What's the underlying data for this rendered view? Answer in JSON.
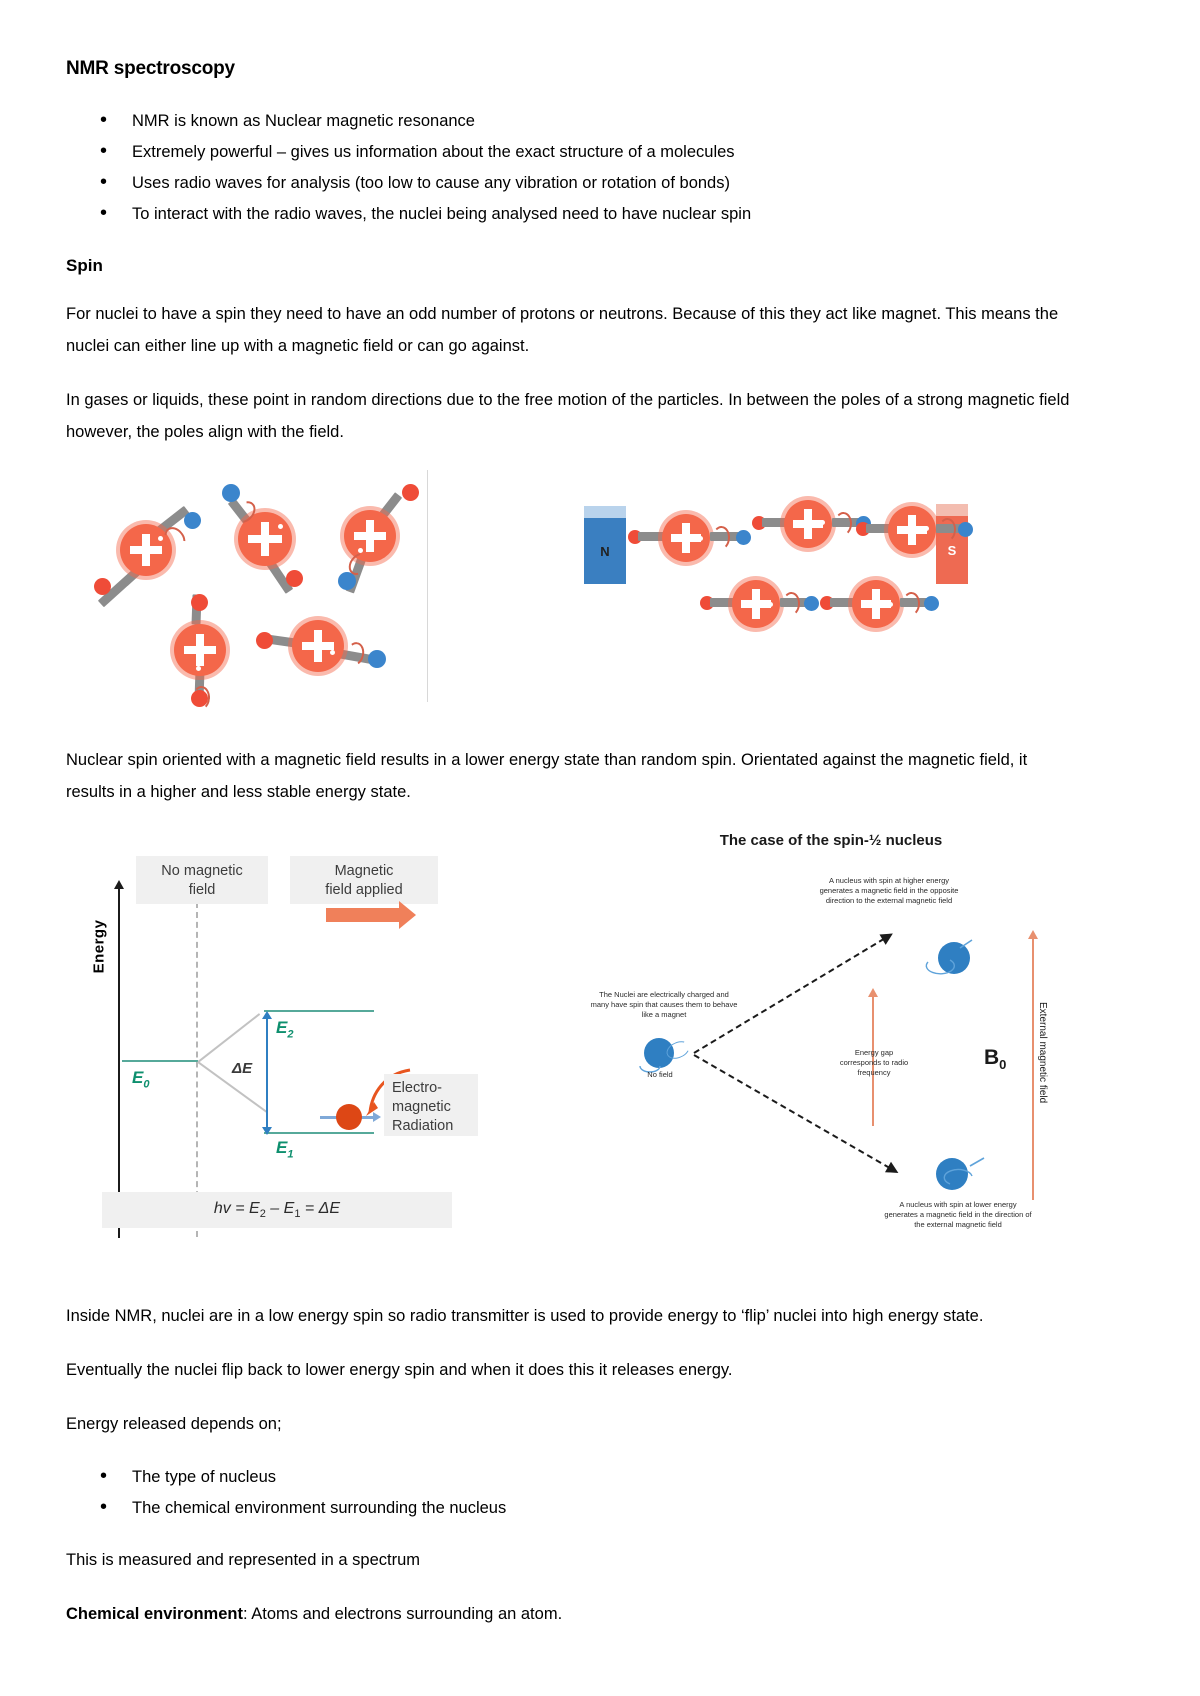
{
  "document": {
    "title": "NMR spectroscopy",
    "intro_bullets": [
      "NMR is known as Nuclear magnetic resonance",
      "Extremely powerful – gives us information about the exact structure of a molecules",
      "Uses radio waves for analysis (too low to cause any vibration or rotation of bonds)",
      "To interact with the radio waves, the nuclei being analysed need to have nuclear spin"
    ],
    "spin_heading": "Spin",
    "spin_para_1": "For nuclei to have a spin they need to have an odd number of protons or neutrons. Because of this they act like magnet. This means the nuclei can either line up with a magnetic field or can go against.",
    "spin_para_2": "In gases or liquids, these point in random directions due to the free motion of the particles. In between the poles of a strong magnetic field however, the poles align with the field.",
    "energy_para": "Nuclear spin oriented with a magnetic field results in a lower energy state than random spin. Orientated against the magnetic field, it results in a higher and less stable energy state.",
    "after_fig_para_1": "Inside NMR, nuclei are in a low energy spin so radio transmitter is used to provide energy to ‘flip’ nuclei into high energy state.",
    "after_fig_para_2": "Eventually the nuclei flip back to lower energy spin and when it does this it releases energy.",
    "after_fig_para_3": "Energy released depends on;",
    "depends_bullets": [
      "The type of nucleus",
      "The chemical environment surrounding the nucleus"
    ],
    "measured_para": "This is measured and represented in a spectrum",
    "chemical_env_term": "Chemical environment",
    "chemical_env_def": ": Atoms and electrons surrounding an atom."
  },
  "figure_magnet": {
    "north_label": "N",
    "south_label": "S"
  },
  "figure_energy": {
    "y_axis_label": "Energy",
    "box_no_field": "No magnetic\nfield",
    "box_field_applied": "Magnetic\nfield applied",
    "level_e0": "E",
    "level_e0_sub": "0",
    "level_e1": "E",
    "level_e1_sub": "1",
    "level_e2": "E",
    "level_e2_sub": "2",
    "delta_e": "ΔE",
    "radiation_label": "Electro-\nmagnetic\nRadiation",
    "equation_prefix": "hv = E",
    "equation_sub1": "2",
    "equation_mid": " – E",
    "equation_sub2": "1",
    "equation_suffix": " = ΔE"
  },
  "figure_spinhalf": {
    "title": "The case of the spin-½ nucleus",
    "note_upper": "A nucleus with spin at higher energy generates a magnetic field in the opposite direction to the external magnetic field",
    "note_center": "The Nuclei are electrically charged and many have spin that causes them to behave like a magnet",
    "note_nofield": "No field",
    "note_energy_gap": "Energy gap corresponds to radio frequency",
    "note_lower": "A nucleus with spin at lower energy generates a magnetic field in the direction of the external magnetic field",
    "b0_label": "B",
    "b0_sub": "0",
    "external_field_label": "External magnetic field"
  },
  "colors": {
    "nucleus_orange": "#f4674a",
    "atom_red": "#ef4c38",
    "atom_blue": "#3b85cc",
    "bond_gray": "#8c8c8c",
    "magnet_north": "#3a7fc1",
    "magnet_south": "#ee6a52",
    "level_green": "#0e8f6e",
    "arrow_blue": "#2f7fc2",
    "field_orange": "#f0805a"
  }
}
